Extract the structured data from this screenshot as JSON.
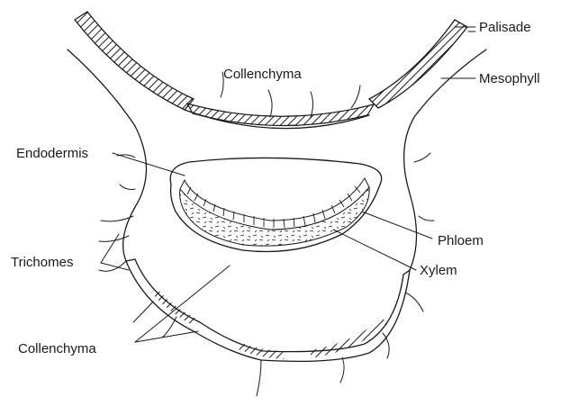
{
  "diagram": {
    "labels": {
      "palisade": "Palisade",
      "mesophyll": "Mesophyll",
      "collenchyma_top": "Collenchyma",
      "endodermis": "Endodermis",
      "phloem": "Phloem",
      "xylem": "Xylem",
      "trichomes": "Trichomes",
      "collenchyma_bottom": "Collenchyma"
    },
    "colors": {
      "ink": "#1a1a1a",
      "background": "#ffffff"
    }
  }
}
